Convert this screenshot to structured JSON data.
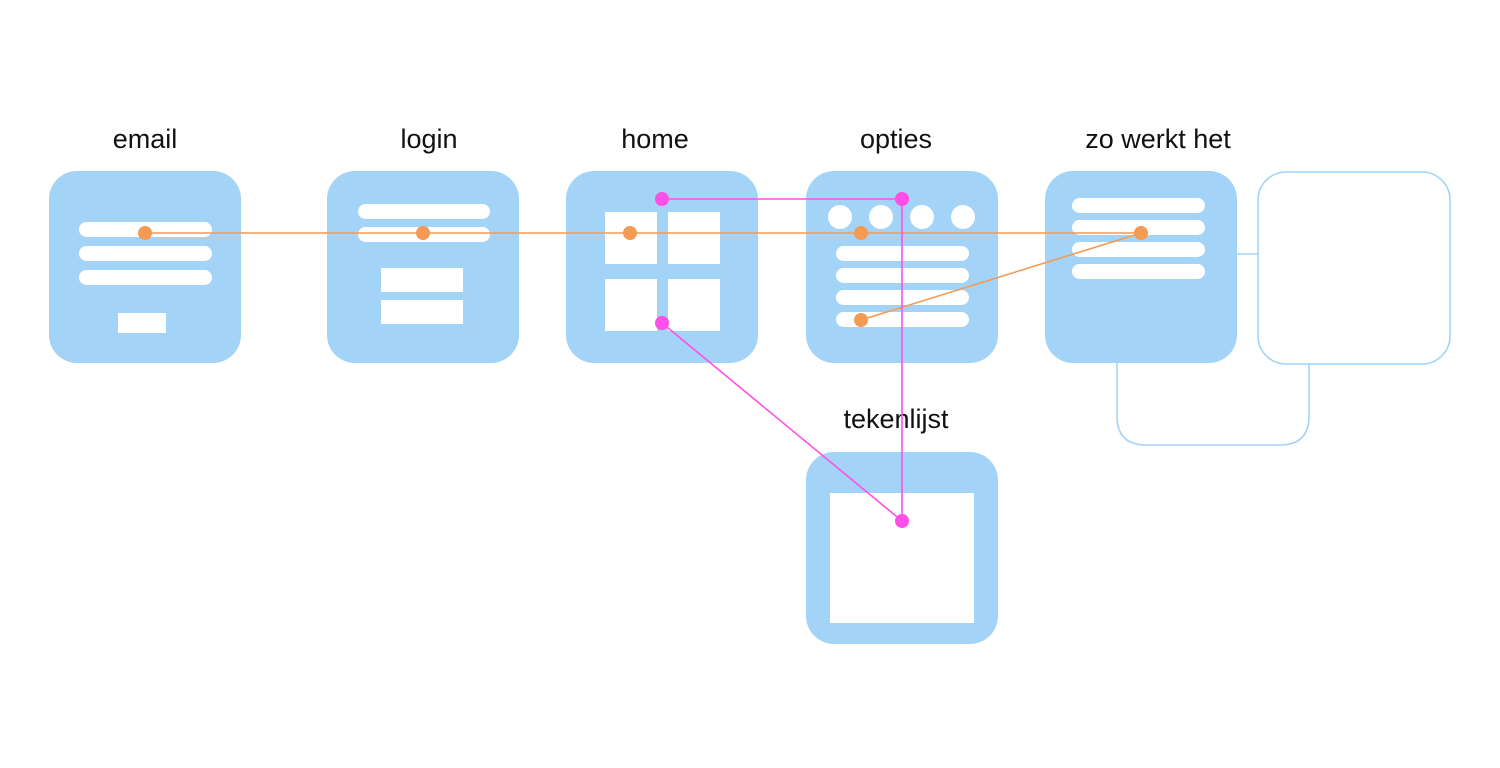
{
  "colors": {
    "screen_fill": "#a3d3f7",
    "screen_outline": "#a3d3f7",
    "content": "#ffffff",
    "flow_orange": "#f59a52",
    "flow_magenta": "#ff4fe6",
    "title_text": "#111111"
  },
  "screens": {
    "email": {
      "title": "email"
    },
    "login": {
      "title": "login"
    },
    "home": {
      "title": "home"
    },
    "opties": {
      "title": "opties"
    },
    "zo_werkt_het": {
      "title": "zo werkt het"
    },
    "tekenlijst": {
      "title": "tekenlijst"
    }
  }
}
